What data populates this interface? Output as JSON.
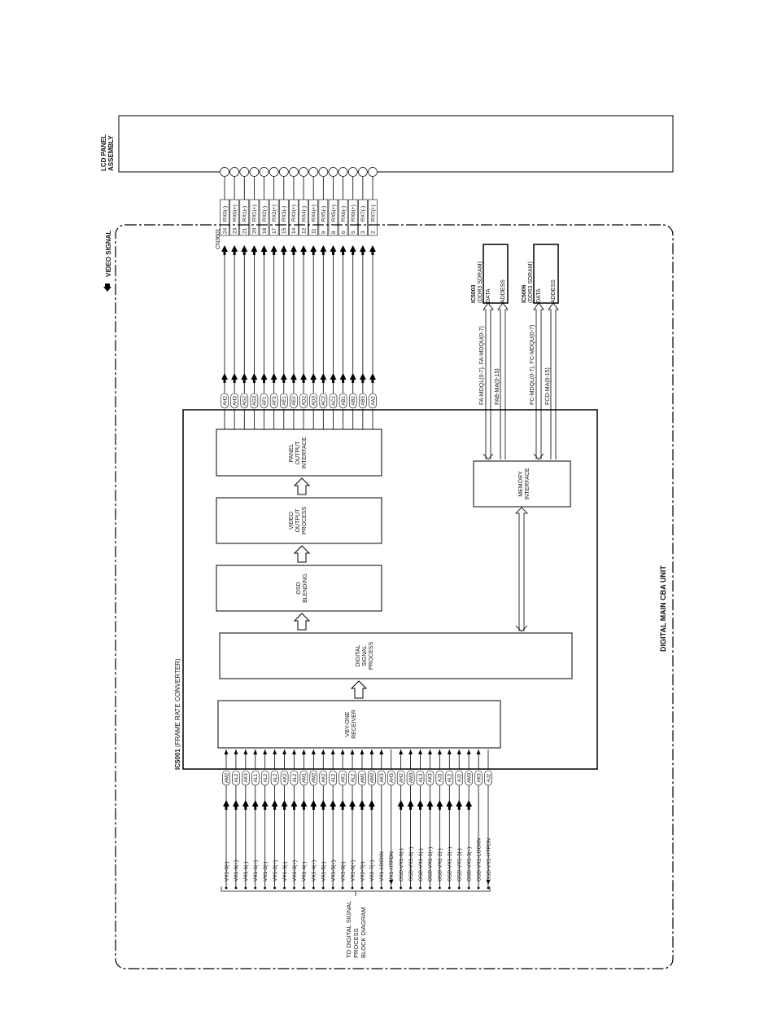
{
  "lcd_panel": {
    "label_line1": "LCD PANEL",
    "label_line2": "ASSEMBLY"
  },
  "video_signal_label": "VIDEO SIGNAL",
  "unit_label": "DIGITAL MAIN CBA UNIT",
  "connector": {
    "name": "CN3601"
  },
  "ic_main": {
    "id": "IC5001",
    "desc": "(FRAME RATE CONVERTER)"
  },
  "blocks": {
    "vbyone": [
      "VBY-ONE",
      "RECEIVER"
    ],
    "dsp": [
      "DIGITAL",
      "SIGNAL",
      "PROCESS"
    ],
    "osd": [
      "OSD",
      "BLENDING"
    ],
    "video_out": [
      "VIDEO",
      "OUTPUT",
      "PROCESS"
    ],
    "panel_out": [
      "PANEL",
      "OUTPUT",
      "INTERFACE"
    ],
    "memory": [
      "MEMORY",
      "INTERFACE"
    ]
  },
  "ram1": {
    "id": "IC5003",
    "type": "(DDR3 SDRAM)",
    "data": "DATA",
    "addr": "ADDESS",
    "data_bus": "FA-MDQL(0-7), FA-MDQU(0-7)",
    "addr_bus": "FAB-MA(0-15)"
  },
  "ram2": {
    "id": "IC5006",
    "type": "(DDR3 SDRAM)",
    "data": "DATA",
    "addr": "ADDESS",
    "data_bus": "FC-MDQL(0-7), FC-MDQU(0-7)",
    "addr_bus": "FCD-MA(0-15)"
  },
  "output_pins": [
    {
      "ball": "AH2",
      "pin": "24",
      "signal": "RX0(-)"
    },
    {
      "ball": "AH3",
      "pin": "23",
      "signal": "RX0(+)"
    },
    {
      "ball": "AG2",
      "pin": "21",
      "signal": "RX1(-)"
    },
    {
      "ball": "AG3",
      "pin": "20",
      "signal": "RX1(+)"
    },
    {
      "ball": "AF1",
      "pin": "18",
      "signal": "RX2(-)"
    },
    {
      "ball": "AF3",
      "pin": "17",
      "signal": "RX2(+)"
    },
    {
      "ball": "AE1",
      "pin": "15",
      "signal": "RX3(-)"
    },
    {
      "ball": "AE2",
      "pin": "14",
      "signal": "RX3(+)"
    },
    {
      "ball": "AD2",
      "pin": "12",
      "signal": "RX4(-)"
    },
    {
      "ball": "AD3",
      "pin": "11",
      "signal": "RX4(+)"
    },
    {
      "ball": "AC2",
      "pin": "9",
      "signal": "RX5(-)"
    },
    {
      "ball": "AC1",
      "pin": "8",
      "signal": "RX5(+)"
    },
    {
      "ball": "AB1",
      "pin": "6",
      "signal": "RX6(-)"
    },
    {
      "ball": "AB2",
      "pin": "5",
      "signal": "RX6(+)"
    },
    {
      "ball": "AB3",
      "pin": "3",
      "signal": "RX7(-)"
    },
    {
      "ball": "AA2",
      "pin": "2",
      "signal": "RX7(+)"
    }
  ],
  "input_pins": [
    {
      "ball": "AM2",
      "signal": "VX1-0(-)"
    },
    {
      "ball": "AL2",
      "signal": "VX1-0(+)"
    },
    {
      "ball": "AK3",
      "signal": "VX1-1(-)"
    },
    {
      "ball": "AL1",
      "signal": "VX1-1(+)"
    },
    {
      "ball": "AL2",
      "signal": "VX1-2(-)"
    },
    {
      "ball": "AL2",
      "signal": "VX1-2(+)"
    },
    {
      "ball": "AK2",
      "signal": "VX1-3(-)"
    },
    {
      "ball": "AL2",
      "signal": "VX1-3(+)"
    },
    {
      "ball": "AM1",
      "signal": "VX1-4(-)"
    },
    {
      "ball": "AM2",
      "signal": "VX1-4(+)"
    },
    {
      "ball": "AK2",
      "signal": "VX1-5(-)"
    },
    {
      "ball": "AL2",
      "signal": "VX1-5(+)"
    },
    {
      "ball": "AK1",
      "signal": "VX1-6(-)"
    },
    {
      "ball": "AL2",
      "signal": "VX1-6(+)"
    },
    {
      "ball": "AM1",
      "signal": "VX1-7(-)"
    },
    {
      "ball": "AM2",
      "signal": "VX1-7(+)"
    },
    {
      "ball": "AK3",
      "signal": "VX1-LOCKN"
    },
    {
      "ball": "AH3",
      "signal": "VX1-HTPDN"
    },
    {
      "ball": "AH2",
      "signal": "OSD-VX1-0(-)"
    },
    {
      "ball": "AM3",
      "signal": "OSD-VX1-0(+)"
    },
    {
      "ball": "AL3",
      "signal": "OSD-VX1-1(-)"
    },
    {
      "ball": "AK3",
      "signal": "OSD-VX1-1(+)"
    },
    {
      "ball": "AJ3",
      "signal": "OSD-VX1-2(-)"
    },
    {
      "ball": "AL2",
      "signal": "OSD-VX1-2(+)"
    },
    {
      "ball": "AJ2",
      "signal": "OSD-VX1-3(-)"
    },
    {
      "ball": "AM3",
      "signal": "OSD-VX1-3(+)"
    },
    {
      "ball": "AK3",
      "signal": "OSD-VX1-LOCKN"
    },
    {
      "ball": "AJ2",
      "signal": "OSD-VX1-HTPDN"
    }
  ],
  "source_label": [
    "TO DIGITAL SIGNAL",
    "PROCESS",
    "BLOCK DIAGRAM"
  ]
}
